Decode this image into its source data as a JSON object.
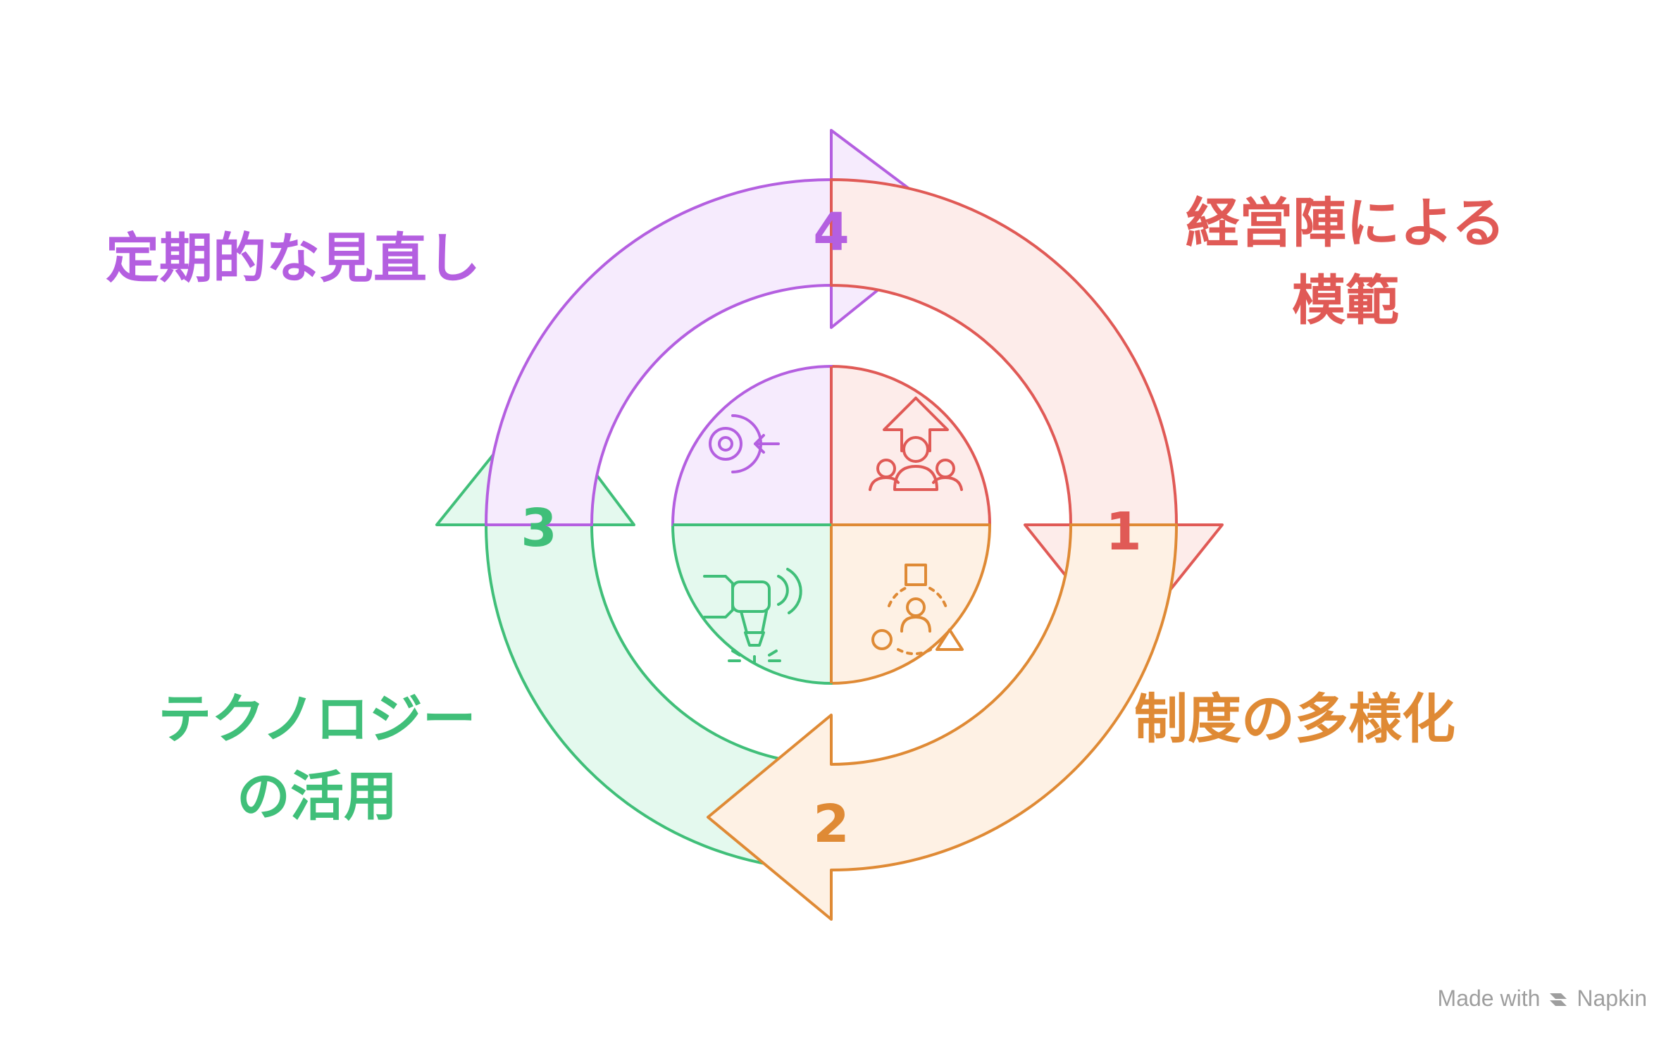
{
  "steps": [
    {
      "number": "1",
      "label_lines": [
        "経営陣による",
        "模範"
      ],
      "color": "#e05a56",
      "fill": "#fdecea",
      "icon": "leadership-people-arrow-icon"
    },
    {
      "number": "2",
      "label_lines": [
        "制度の多様化"
      ],
      "color": "#df8a35",
      "fill": "#fef1e4",
      "icon": "diversity-shapes-person-icon"
    },
    {
      "number": "3",
      "label_lines": [
        "テクノロジー",
        "の活用"
      ],
      "color": "#40bf79",
      "fill": "#e4f9ee",
      "icon": "spray-tool-icon"
    },
    {
      "number": "4",
      "label_lines": [
        "定期的な見直し"
      ],
      "color": "#b45fe0",
      "fill": "#f6ebfd",
      "icon": "review-target-arrow-icon"
    }
  ],
  "footer": {
    "text": "Made with",
    "brand": "Napkin",
    "color": "#9e9e9e"
  }
}
